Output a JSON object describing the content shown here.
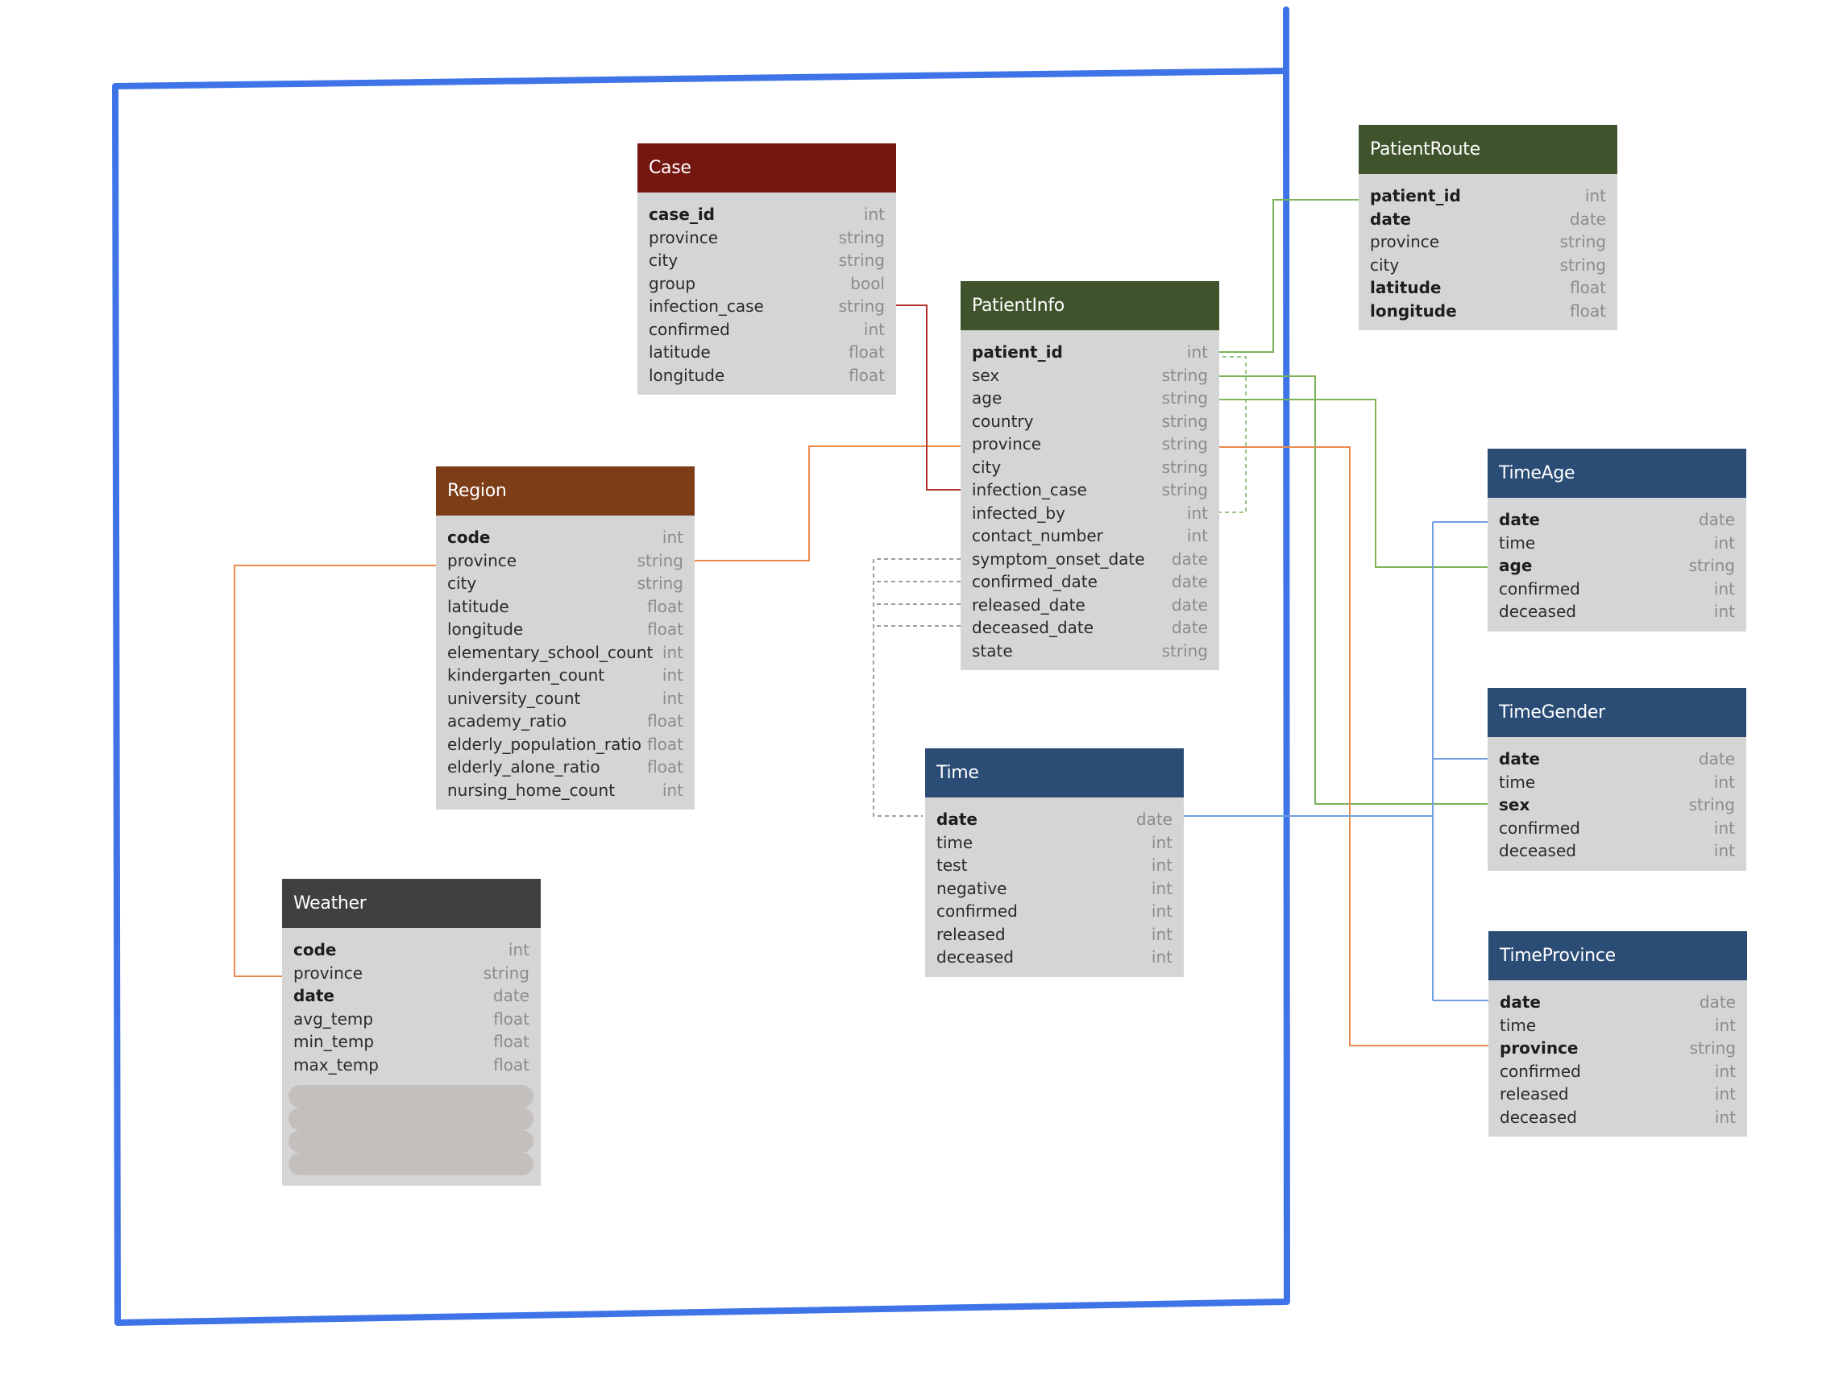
{
  "tables": {
    "case": {
      "title": "Case",
      "color": "#751711",
      "fields": [
        {
          "name": "case_id",
          "type": "int"
        },
        {
          "name": "province",
          "type": "string"
        },
        {
          "name": "city",
          "type": "string"
        },
        {
          "name": "group",
          "type": "bool"
        },
        {
          "name": "infection_case",
          "type": "string"
        },
        {
          "name": "confirmed",
          "type": "int"
        },
        {
          "name": "latitude",
          "type": "float"
        },
        {
          "name": "longitude",
          "type": "float"
        }
      ]
    },
    "patientinfo": {
      "title": "PatientInfo",
      "color": "#3f542c",
      "fields": [
        {
          "name": "patient_id",
          "type": "int"
        },
        {
          "name": "sex",
          "type": "string"
        },
        {
          "name": "age",
          "type": "string"
        },
        {
          "name": "country",
          "type": "string"
        },
        {
          "name": "province",
          "type": "string"
        },
        {
          "name": "city",
          "type": "string"
        },
        {
          "name": "infection_case",
          "type": "string"
        },
        {
          "name": "infected_by",
          "type": "int"
        },
        {
          "name": "contact_number",
          "type": "int"
        },
        {
          "name": "symptom_onset_date",
          "type": "date"
        },
        {
          "name": "confirmed_date",
          "type": "date"
        },
        {
          "name": "released_date",
          "type": "date"
        },
        {
          "name": "deceased_date",
          "type": "date"
        },
        {
          "name": "state",
          "type": "string"
        }
      ]
    },
    "patientroute": {
      "title": "PatientRoute",
      "color": "#3f542c",
      "fields": [
        {
          "name": "patient_id",
          "type": "int"
        },
        {
          "name": "date",
          "type": "date"
        },
        {
          "name": "province",
          "type": "string"
        },
        {
          "name": "city",
          "type": "string"
        },
        {
          "name": "latitude",
          "type": "float"
        },
        {
          "name": "longitude",
          "type": "float"
        }
      ]
    },
    "region": {
      "title": "Region",
      "color": "#7c3d17",
      "fields": [
        {
          "name": "code",
          "type": "int"
        },
        {
          "name": "province",
          "type": "string"
        },
        {
          "name": "city",
          "type": "string"
        },
        {
          "name": "latitude",
          "type": "float"
        },
        {
          "name": "longitude",
          "type": "float"
        },
        {
          "name": "elementary_school_count",
          "type": "int"
        },
        {
          "name": "kindergarten_count",
          "type": "int"
        },
        {
          "name": "university_count",
          "type": "int"
        },
        {
          "name": "academy_ratio",
          "type": "float"
        },
        {
          "name": "elderly_population_ratio",
          "type": "float"
        },
        {
          "name": "elderly_alone_ratio",
          "type": "float"
        },
        {
          "name": "nursing_home_count",
          "type": "int"
        }
      ]
    },
    "weather": {
      "title": "Weather",
      "color": "#404040",
      "fields": [
        {
          "name": "code",
          "type": "int"
        },
        {
          "name": "province",
          "type": "string"
        },
        {
          "name": "date",
          "type": "date"
        },
        {
          "name": "avg_temp",
          "type": "float"
        },
        {
          "name": "min_temp",
          "type": "float"
        },
        {
          "name": "max_temp",
          "type": "float"
        }
      ]
    },
    "time": {
      "title": "Time",
      "color": "#2a4c75",
      "fields": [
        {
          "name": "date",
          "type": "date"
        },
        {
          "name": "time",
          "type": "int"
        },
        {
          "name": "test",
          "type": "int"
        },
        {
          "name": "negative",
          "type": "int"
        },
        {
          "name": "confirmed",
          "type": "int"
        },
        {
          "name": "released",
          "type": "int"
        },
        {
          "name": "deceased",
          "type": "int"
        }
      ]
    },
    "timeage": {
      "title": "TimeAge",
      "color": "#2a4c75",
      "fields": [
        {
          "name": "date",
          "type": "date"
        },
        {
          "name": "time",
          "type": "int"
        },
        {
          "name": "age",
          "type": "string"
        },
        {
          "name": "confirmed",
          "type": "int"
        },
        {
          "name": "deceased",
          "type": "int"
        }
      ]
    },
    "timegender": {
      "title": "TimeGender",
      "color": "#2a4c75",
      "fields": [
        {
          "name": "date",
          "type": "date"
        },
        {
          "name": "time",
          "type": "int"
        },
        {
          "name": "sex",
          "type": "string"
        },
        {
          "name": "confirmed",
          "type": "int"
        },
        {
          "name": "deceased",
          "type": "int"
        }
      ]
    },
    "timeprovince": {
      "title": "TimeProvince",
      "color": "#2a4c75",
      "fields": [
        {
          "name": "date",
          "type": "date"
        },
        {
          "name": "time",
          "type": "int"
        },
        {
          "name": "province",
          "type": "string"
        },
        {
          "name": "confirmed",
          "type": "int"
        },
        {
          "name": "released",
          "type": "int"
        },
        {
          "name": "deceased",
          "type": "int"
        }
      ]
    }
  },
  "colors": {
    "outline": "#3f74e8",
    "link_green": "#7cb35a",
    "link_orange": "#e88a4e",
    "link_red": "#b3312a",
    "link_blue": "#6f9fe0",
    "link_dashed": "#7f7f7f"
  }
}
